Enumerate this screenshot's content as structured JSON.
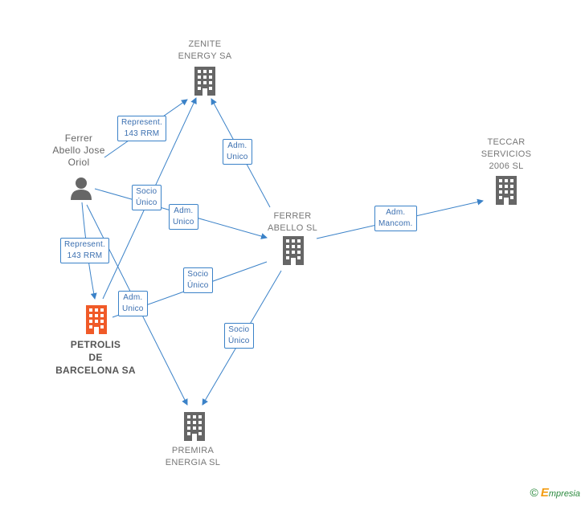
{
  "nodes": {
    "zenite": {
      "lines": [
        "ZENITE",
        "ENERGY SA"
      ]
    },
    "teccar": {
      "lines": [
        "TECCAR",
        "SERVICIOS",
        "2006 SL"
      ]
    },
    "person": {
      "lines": [
        "Ferrer",
        "Abello Jose",
        "Oriol"
      ]
    },
    "ferrer_abello": {
      "lines": [
        "FERRER",
        "ABELLO SL"
      ]
    },
    "petrolis": {
      "lines": [
        "PETROLIS",
        "DE",
        "BARCELONA SA"
      ]
    },
    "premira": {
      "lines": [
        "PREMIRA",
        "ENERGIA SL"
      ]
    }
  },
  "edge_labels": {
    "person_zenite": [
      "Represent.",
      "143 RRM"
    ],
    "ferrer_zenite": [
      "Adm.",
      "Unico"
    ],
    "petrolis_zenite": [
      "Socio",
      "Único"
    ],
    "person_ferrer": [
      "Adm.",
      "Unico"
    ],
    "ferrer_teccar": [
      "Adm.",
      "Mancom."
    ],
    "person_petrolis": [
      "Represent.",
      "143 RRM"
    ],
    "petrolis_ferrer": [
      "Socio",
      "Único"
    ],
    "person_premira": [
      "Adm.",
      "Unico"
    ],
    "ferrer_premira": [
      "Socio",
      "Único"
    ]
  },
  "footer": {
    "copyright": "©",
    "brand_initial": "E",
    "brand_rest": "mpresia"
  },
  "colors": {
    "edge": "#3b82c8",
    "company": "#666666",
    "main_company": "#f05a28",
    "person": "#666666"
  }
}
